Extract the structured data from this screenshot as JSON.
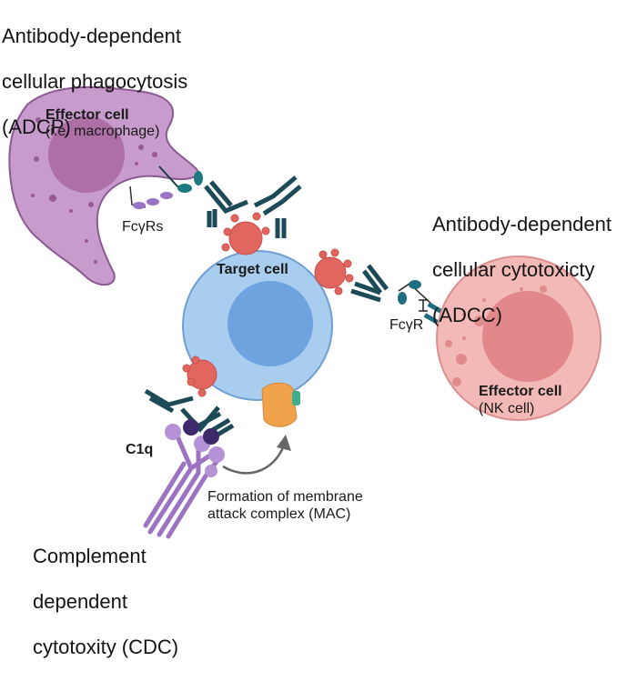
{
  "adcp": {
    "title_line1": "Antibody-dependent",
    "title_line2": "cellular phagocytosis",
    "title_line3": "(ADCP)",
    "effector_label": "Effector cell",
    "effector_sublabel": "(i.e. macrophage)",
    "receptor_label": "FcγRs"
  },
  "target": {
    "label": "Target cell"
  },
  "adcc": {
    "title_line1": "Antibody-dependent",
    "title_line2": "cellular cytotoxicty",
    "title_line3": "(ADCC)",
    "receptor_label": "FcγR",
    "effector_label": "Effector cell",
    "effector_sublabel": "(NK cell)"
  },
  "cdc": {
    "c1q_label": "C1q",
    "mac_line1": "Formation of membrane",
    "mac_line2": "attack complex (MAC)",
    "title_line1": "Complement",
    "title_line2": "dependent",
    "title_line3": "cytotoxity (CDC)"
  },
  "colors": {
    "macrophage": "#c79ccc",
    "macrophage_nucleus": "#a8679e",
    "target_cell": "#a9cdee",
    "target_nucleus": "#6ea3e0",
    "nk_cell": "#f2b9b7",
    "nk_nucleus": "#df7f82",
    "antigen": "#e0665f",
    "antibody": "#1d4a57",
    "fc_receptor": "#1f6f80",
    "c1q": "#9b73c0",
    "mac": "#f0a24b"
  }
}
